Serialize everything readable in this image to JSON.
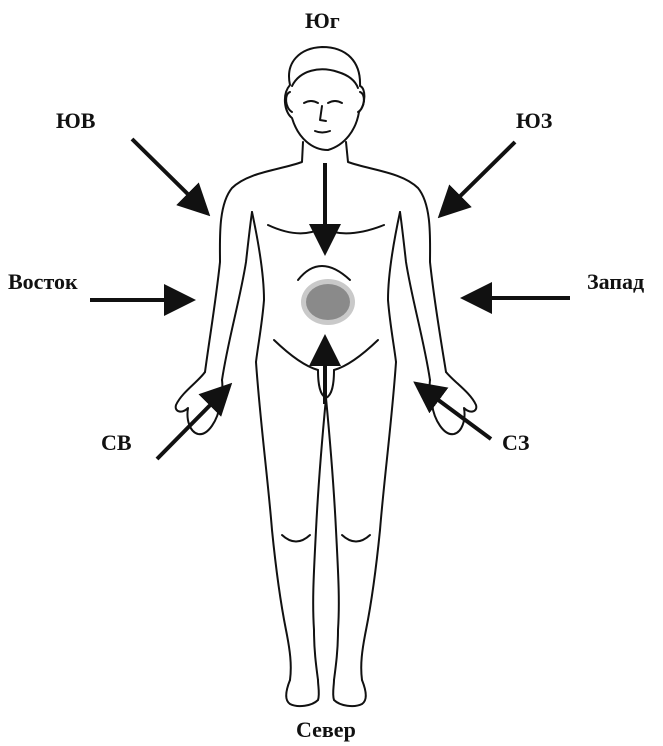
{
  "labels": {
    "south": "Юг",
    "southeast": "ЮВ",
    "southwest": "ЮЗ",
    "east": "Восток",
    "west": "Запад",
    "northeast": "СВ",
    "northwest": "СЗ",
    "north": "Север"
  },
  "colors": {
    "line": "#111111",
    "navel_fill": "#8a8a8a",
    "navel_ring": "#c9c9c9"
  },
  "icons": {
    "body": "human-body-outline",
    "arrows": "arrow"
  }
}
